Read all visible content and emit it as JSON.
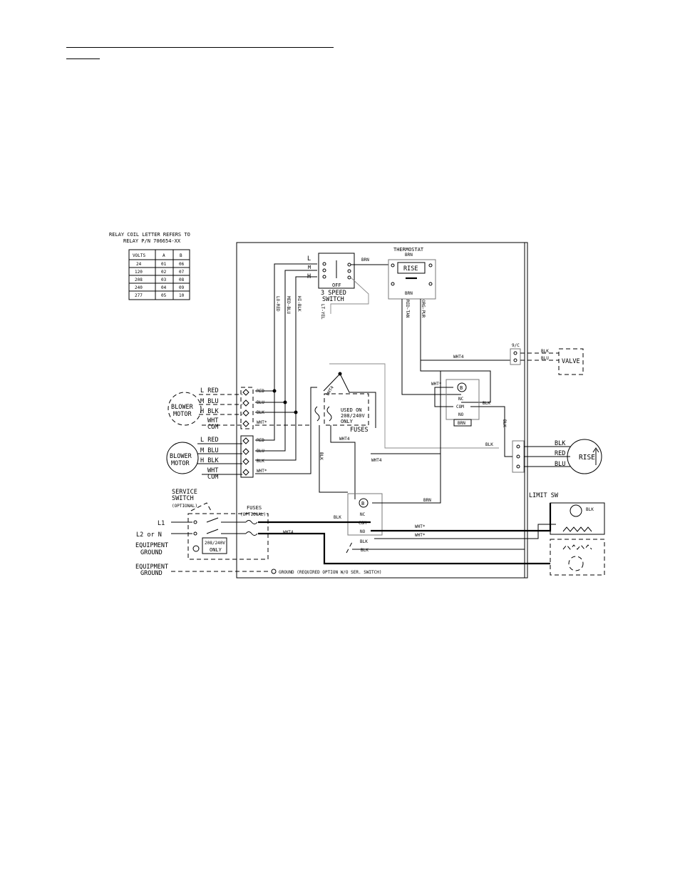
{
  "relay_note": {
    "line1": "RELAY COIL LETTER REFERS TO",
    "line2": "RELAY P/N 706654-XX"
  },
  "relay_table": {
    "headers": [
      "VOLTS",
      "A",
      "B"
    ],
    "rows": [
      [
        "24",
        "01",
        "06"
      ],
      [
        "120",
        "02",
        "07"
      ],
      [
        "208",
        "03",
        "08"
      ],
      [
        "240",
        "04",
        "09"
      ],
      [
        "277",
        "05",
        "10"
      ]
    ]
  },
  "thermostat": {
    "title": "THERMOSTAT",
    "top_label": "BRN",
    "inner_label": "RISE",
    "bottom_label": "BRN",
    "wire_left": "RED-TAN",
    "wire_right": "ORG-PUR"
  },
  "speed_switch": {
    "label_l": "L",
    "label_m": "M",
    "label_h": "H",
    "off": "OFF",
    "title1": "3 SPEED",
    "title2": "SWITCH",
    "out_wire": "BRN"
  },
  "speed_wires": {
    "w1": "LO-RED",
    "w2": "MED-BLU",
    "w3": "HI-BLK",
    "w4": "LT-YEL"
  },
  "blower_motor_top": {
    "label1": "BLOWER",
    "label2": "MOTOR",
    "leads": [
      "L RED",
      "M BLU",
      "H BLK",
      "WHT",
      "COM"
    ]
  },
  "blower_motor_bottom": {
    "label1": "BLOWER",
    "label2": "MOTOR",
    "leads": [
      "L RED",
      "M BLU",
      "H BLK",
      "WHT",
      "COM"
    ]
  },
  "terminal_top": [
    "RED",
    "BLU",
    "BLK",
    "WHT*"
  ],
  "terminal_bottom": [
    "RED",
    "BLU",
    "BLK",
    "WHT*"
  ],
  "fuses_mid": {
    "line1": "USED ON",
    "line2": "208/240V",
    "line3": "ONLY",
    "label": "FUSES"
  },
  "relay_upper": {
    "coil": "B",
    "nc": "NC",
    "com": "COM",
    "no": "NO",
    "bottom": "BRN",
    "left_wire": "WHT*",
    "right_wire": "BLK",
    "top_wire": "WHT4"
  },
  "relay_lower": {
    "coil": "B",
    "nc": "NC",
    "com": "COM",
    "no": "NO",
    "left_wire": "BLK",
    "right_wire": "BRN"
  },
  "valve": {
    "label": "VALVE",
    "wire1": "BLK",
    "wire2": "BLU",
    "plug": "9/C"
  },
  "rise_sensor": {
    "label": "RISE",
    "wires": [
      "BLK",
      "RED",
      "BLU"
    ],
    "side_wire": "BLK",
    "in_wire": "BLK"
  },
  "limit_switch": {
    "label": "LIMIT SW",
    "wire": "BLK"
  },
  "service": {
    "title1": "SERVICE",
    "title2": "SWITCH",
    "optional": "(OPTIONAL)",
    "fuses": "FUSES",
    "fuses_optional": "(OPTIONAL)",
    "l1": "L1",
    "l2": "L2 or N",
    "eq_ground1": "EQUIPMENT",
    "eq_ground2": "GROUND",
    "voltage1": "208/240V",
    "voltage2": "ONLY"
  },
  "bottom_ground": {
    "label1": "EQUIPMENT",
    "label2": "GROUND",
    "note": "GROUND (REQUIRED OPTION W/O SER. SWITCH)"
  },
  "wire_labels": {
    "wht4_a": "WHT4",
    "wht4_b": "WHT4",
    "wht4_c": "WHT4",
    "wht_star_a": "WHT*",
    "wht_star_b": "WHT*",
    "blk_a": "BLK",
    "blk_b": "BLK",
    "blk_c": "BLK",
    "blk_d": "BLK",
    "wht4_diag": "WHT4",
    "wht4_e": "WHT4"
  }
}
